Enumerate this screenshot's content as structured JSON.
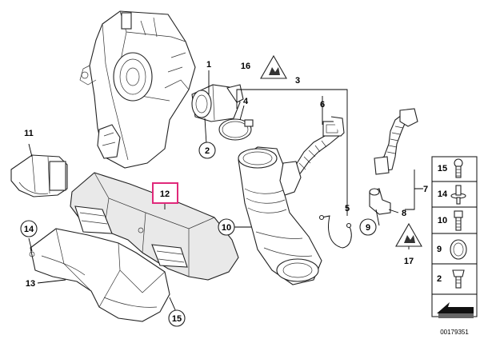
{
  "diagram": {
    "part_numbers": [
      "1",
      "2",
      "3",
      "4",
      "5",
      "6",
      "7",
      "8",
      "9",
      "10",
      "11",
      "12",
      "13",
      "14",
      "15",
      "16",
      "17"
    ],
    "legend_numbers": [
      "15",
      "14",
      "10",
      "9",
      "2"
    ],
    "highlighted": "12",
    "doc_number": "00179351",
    "colors": {
      "highlight": "#e0297a",
      "lines": "#000000",
      "parts_fill": "#ffffff"
    }
  }
}
